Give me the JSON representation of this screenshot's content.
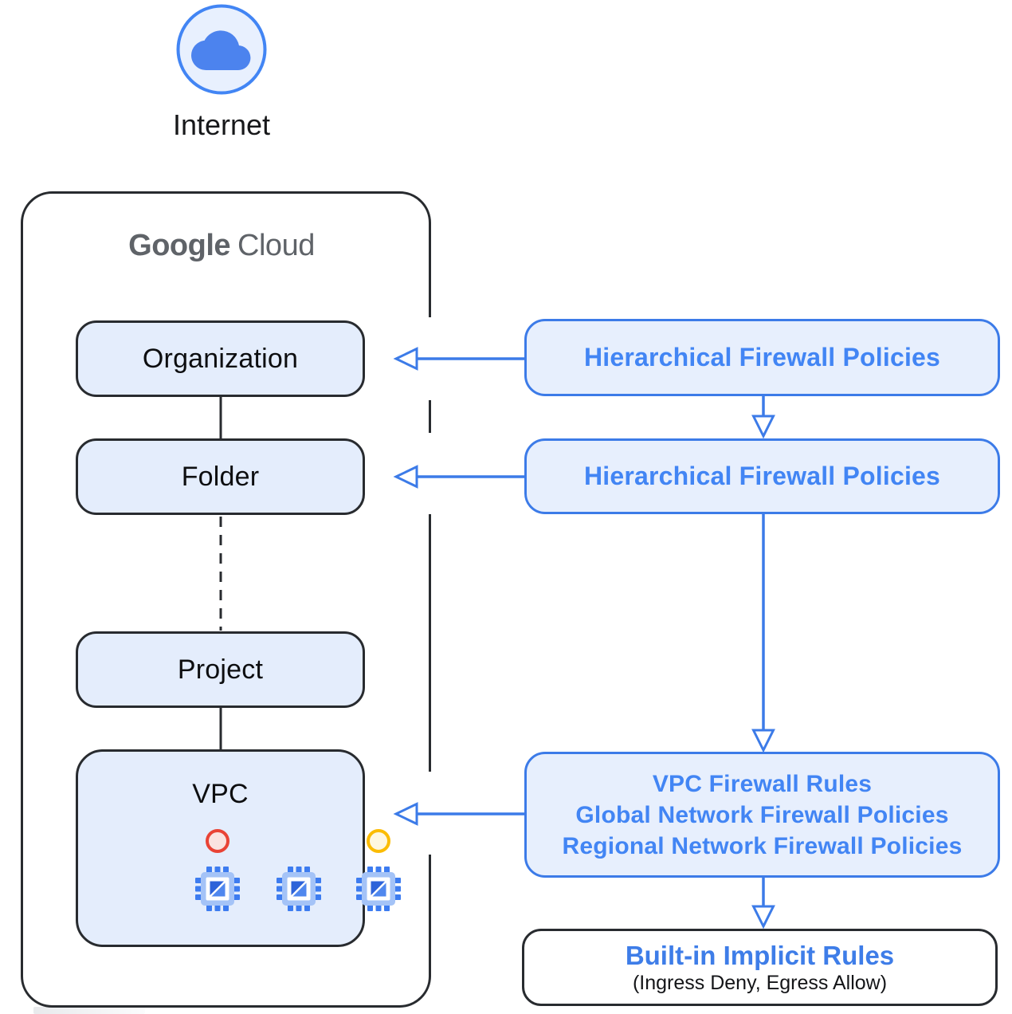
{
  "diagram": {
    "internet": {
      "label": "Internet"
    },
    "google_cloud": {
      "logo": {
        "brand": "Google",
        "product": "Cloud"
      },
      "nodes": [
        {
          "id": "organization",
          "label": "Organization"
        },
        {
          "id": "folder",
          "label": "Folder"
        },
        {
          "id": "project",
          "label": "Project"
        },
        {
          "id": "vpc",
          "label": "VPC"
        }
      ]
    },
    "policies": {
      "hierarchical_org": {
        "label": "Hierarchical Firewall Policies"
      },
      "hierarchical_folder": {
        "label": "Hierarchical Firewall Policies"
      },
      "vpc_rules": {
        "lines": [
          "VPC Firewall Rules",
          "Global Network Firewall Policies",
          "Regional Network Firewall Policies"
        ]
      },
      "builtin": {
        "title": "Built-in Implicit Rules",
        "subtitle": "(Ingress Deny, Egress Allow)"
      }
    },
    "colors": {
      "google_blue": "#4285F4",
      "light_blue_fill": "#E8F0FE",
      "dark_border": "#202124",
      "logo_gray": "#5F6368",
      "vm_status_red": "#EA4335",
      "vm_status_yellow": "#FBBC04"
    }
  }
}
